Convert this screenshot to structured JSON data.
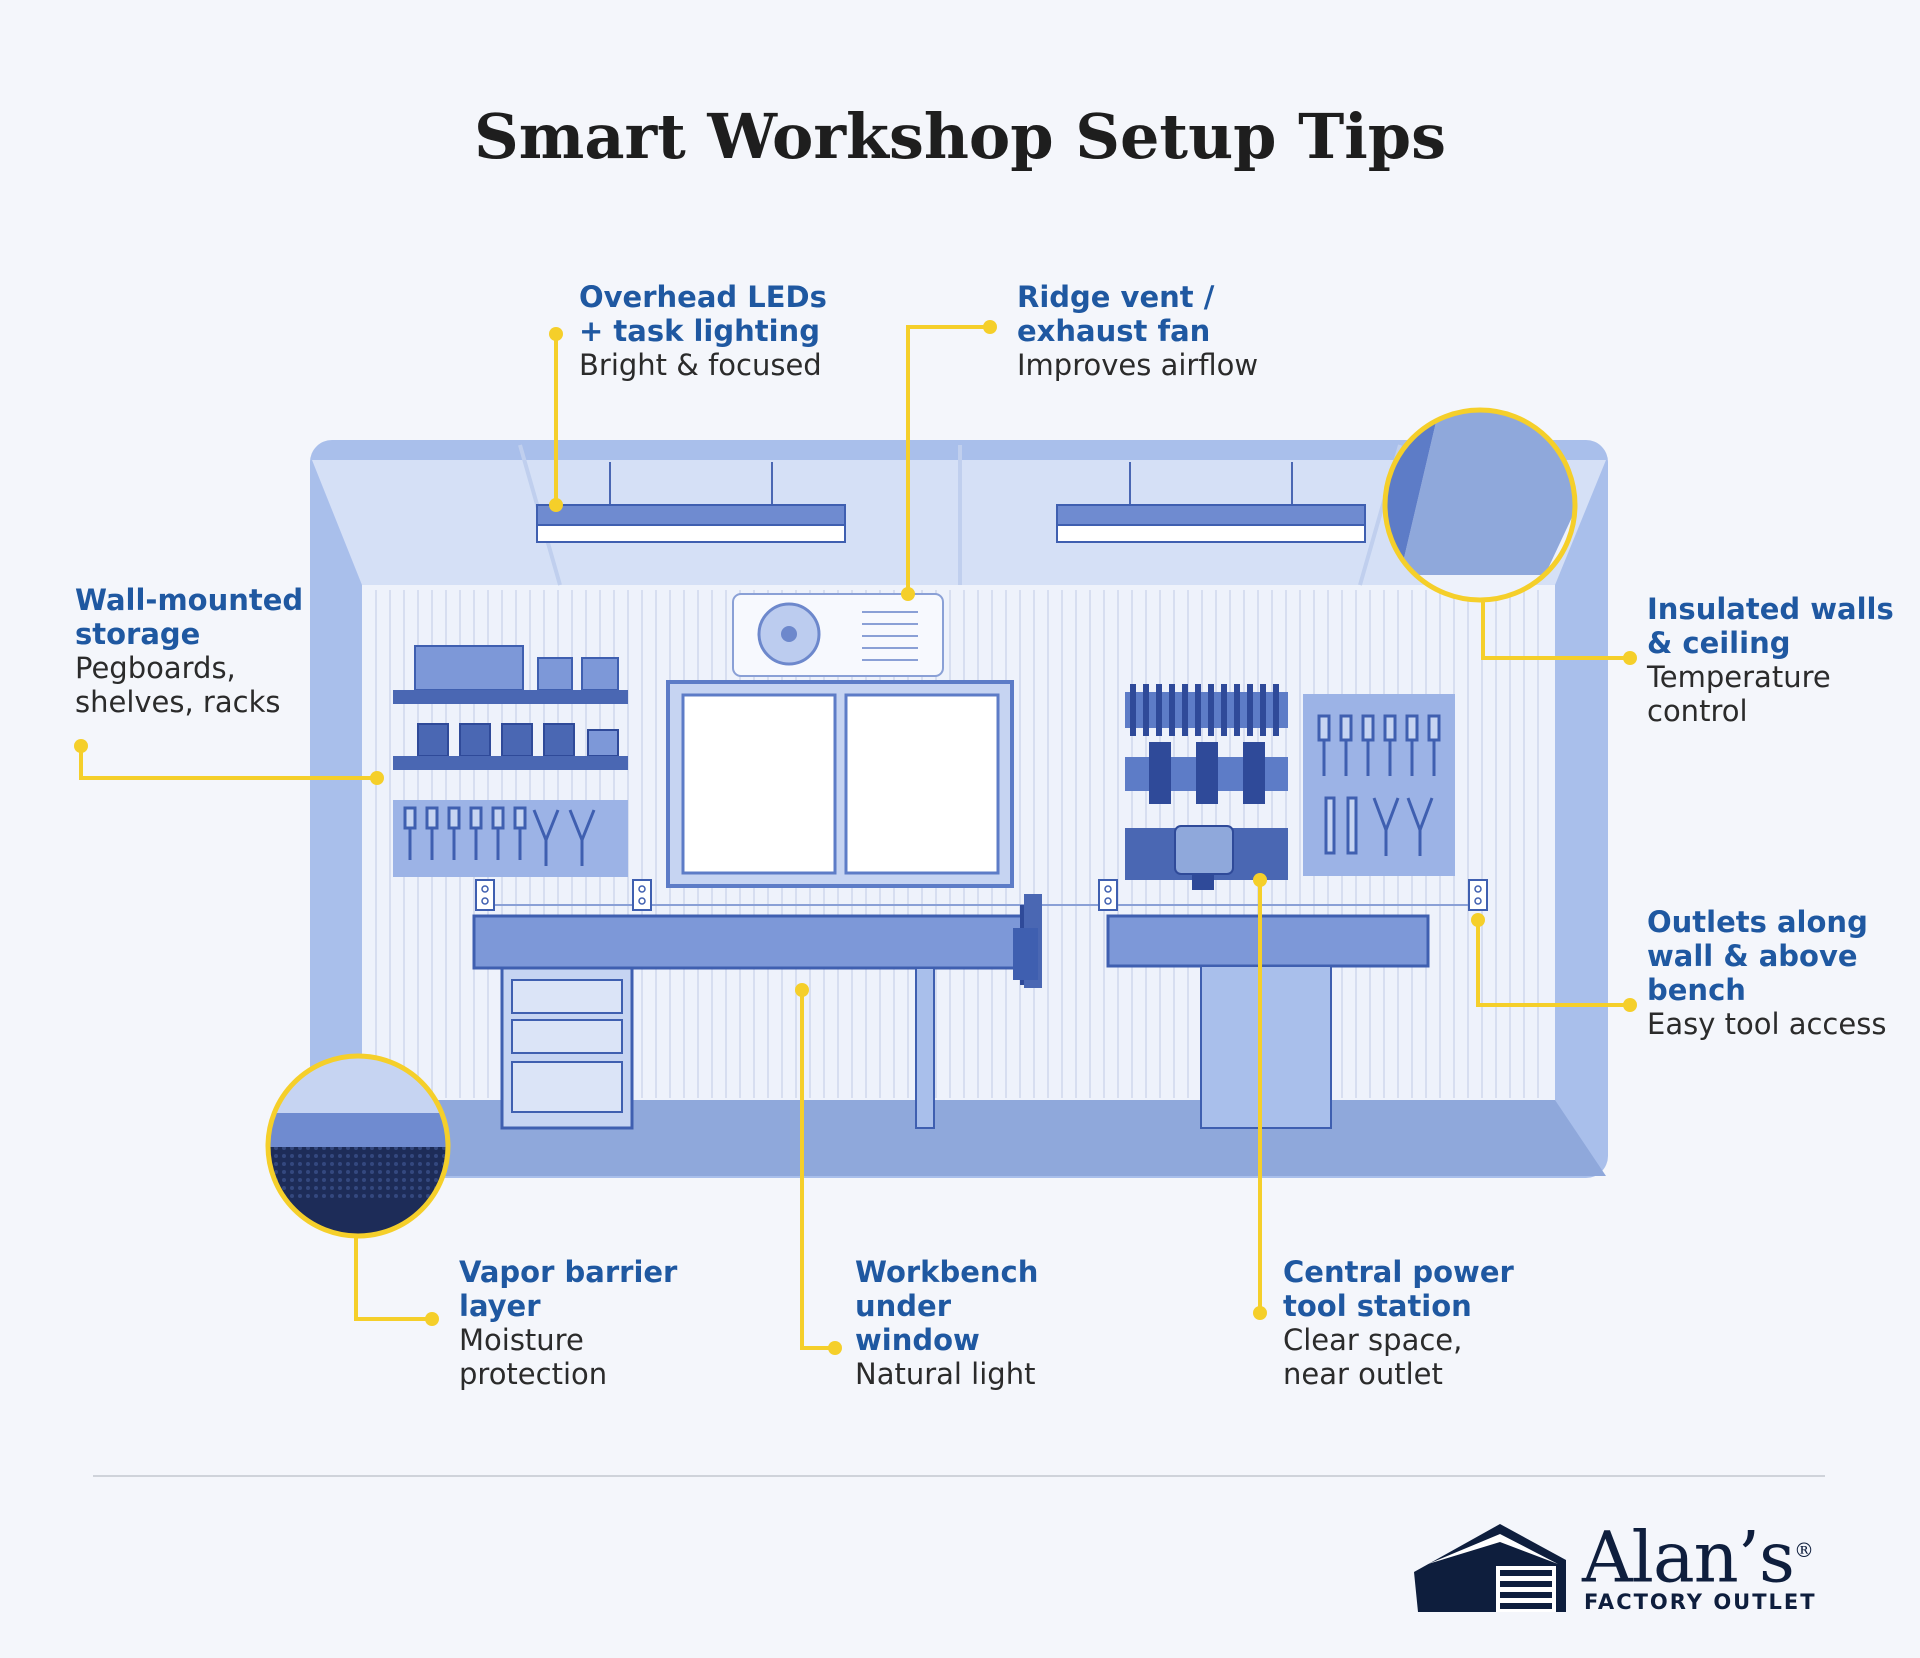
{
  "title": "Smart Workshop Setup Tips",
  "colors": {
    "accent_yellow": "#f5cf2a",
    "heading_blue": "#1f58a1",
    "room_blue": "#a9bfeb",
    "dark_navy": "#0e1e3d"
  },
  "callouts": [
    {
      "id": "lighting",
      "heading": [
        "Overhead LEDs",
        "+ task lighting"
      ],
      "detail": [
        "Bright & focused"
      ]
    },
    {
      "id": "vent",
      "heading": [
        "Ridge vent /",
        "exhaust fan"
      ],
      "detail": [
        "Improves airflow"
      ]
    },
    {
      "id": "storage",
      "heading": [
        "Wall-mounted",
        "storage"
      ],
      "detail": [
        "Pegboards,",
        "shelves, racks"
      ]
    },
    {
      "id": "insulation",
      "heading": [
        "Insulated walls",
        "& ceiling"
      ],
      "detail": [
        "Temperature",
        "control"
      ]
    },
    {
      "id": "outlets",
      "heading": [
        "Outlets along",
        "wall & above",
        "bench"
      ],
      "detail": [
        "Easy tool access"
      ]
    },
    {
      "id": "vapor",
      "heading": [
        "Vapor barrier",
        "layer"
      ],
      "detail": [
        "Moisture",
        "protection"
      ]
    },
    {
      "id": "workbench",
      "heading": [
        "Workbench",
        "under",
        "window"
      ],
      "detail": [
        "Natural light"
      ]
    },
    {
      "id": "power",
      "heading": [
        "Central power",
        "tool station"
      ],
      "detail": [
        "Clear space,",
        "near outlet"
      ]
    }
  ],
  "brand": {
    "name": "Alan’s",
    "registered": "®",
    "sub": "FACTORY OUTLET",
    "logo_icon": "garage-icon"
  }
}
